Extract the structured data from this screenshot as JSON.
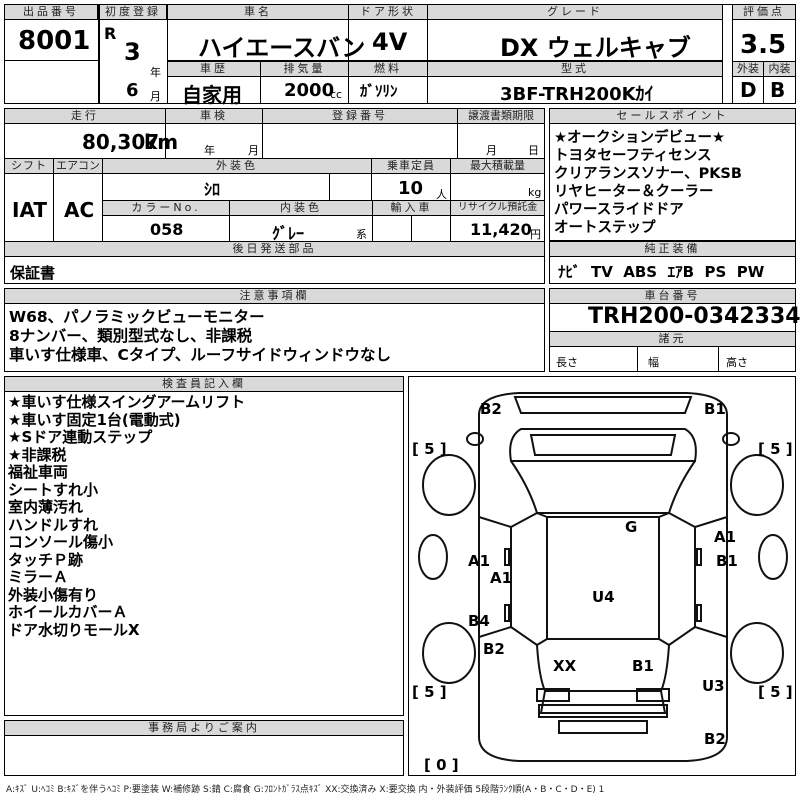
{
  "header": {
    "lot_no_label": "出品番号",
    "lot_no": "8001",
    "first_reg_label": "初度登録",
    "era": "R",
    "reg_year": "3",
    "year_unit": "年",
    "reg_month": "6",
    "month_unit": "月",
    "car_name_label": "車名",
    "car_name": "ハイエースバン",
    "door_label": "ドア形状",
    "door": "4V",
    "grade_label": "グレード",
    "grade": "DX ウェルキャブ",
    "score_label": "評価点",
    "score": "3.5",
    "history_label": "車歴",
    "history": "自家用",
    "displacement_label": "排気量",
    "displacement": "2000",
    "displacement_unit": "cc",
    "fuel_label": "燃料",
    "fuel": "ｶﾞｿﾘﾝ",
    "model_label": "型式",
    "model": "3BF-TRH200Kｶｲ",
    "exterior_label": "外装",
    "exterior": "D",
    "interior_label": "内装",
    "interior": "B"
  },
  "row2": {
    "mileage_label": "走行",
    "mileage": "80,307",
    "mileage_unit": "km",
    "inspection_label": "車検",
    "insp_year_unit": "年",
    "insp_month_unit": "月",
    "plate_label": "登録番号",
    "transfer_label": "譲渡書類期限",
    "transfer_month_unit": "月",
    "transfer_day_unit": "日",
    "shift_label": "シフト",
    "shift": "IAT",
    "ac_label": "エアコン",
    "ac": "AC",
    "color_label": "外装色",
    "color": "ｼﾛ",
    "capacity_label": "乗車定員",
    "capacity": "10",
    "capacity_unit": "人",
    "load_label": "最大積載量",
    "load_unit": "kg",
    "color_no_label": "カラーNo.",
    "color_no": "058",
    "int_color_label": "内装色",
    "int_color": "ｸﾞﾚｰ",
    "int_color_unit": "系",
    "import_label": "輸入車",
    "recycle_label": "リサイクル預託金",
    "recycle": "11,420",
    "recycle_unit": "円",
    "later_parts_label": "後日発送部品",
    "later_parts": "保証書"
  },
  "sales_points": {
    "label": "セールスポイント",
    "items": [
      "★オークションデビュー★",
      "トヨタセーフティセンス",
      "クリアランスソナー、PKSB",
      "リヤヒーター＆クーラー",
      "パワースライドドア",
      "オートステップ"
    ]
  },
  "equipment": {
    "label": "純正装備",
    "items": [
      "ﾅﾋﾞ",
      "TV",
      "ABS",
      "ｴｱB",
      "PS",
      "PW"
    ]
  },
  "notes": {
    "label": "注意事項欄",
    "lines": [
      "W68、パノラミックビューモニター",
      "8ナンバー、類別型式なし、非課税",
      "車いす仕様車、Cタイプ、ルーフサイドウィンドウなし"
    ]
  },
  "chassis": {
    "label": "車台番号",
    "number": "TRH200-0342334",
    "dims_label": "諸元",
    "length_label": "長さ",
    "width_label": "幅",
    "height_label": "高さ"
  },
  "inspector": {
    "label": "検査員記入欄",
    "lines": [
      "★車いす仕様スイングアームリフト",
      "★車いす固定1台(電動式)",
      "★Sドア連動ステップ",
      "★非課税",
      "福祉車両",
      "シートすれ小",
      "室内薄汚れ",
      "ハンドルすれ",
      "コンソール傷小",
      "タッチＰ跡",
      "ミラーＡ",
      "外装小傷有り",
      "ホイールカバーＡ",
      "ドア水切りモールX"
    ]
  },
  "office": {
    "label": "事務局よりご案内"
  },
  "diagram": {
    "damage": {
      "b2_top": "B2",
      "b1_top": "B1",
      "g": "G",
      "a1_rf": "A1",
      "b1_rf": "B1",
      "a1_lf": "A1",
      "a1_ls": "A1",
      "u4": "U4",
      "b4": "B4",
      "b2_lr": "B2",
      "xx": "XX",
      "b1_rr": "B1",
      "u3": "U3",
      "b2_bottom": "B2"
    },
    "tires": {
      "fl": "5",
      "fr": "5",
      "rl": "5",
      "rr": "5",
      "spare": "0"
    }
  },
  "legend": "A:ｷｽﾞ U:ﾍｺﾐ B:ｷｽﾞを伴うﾍｺﾐ P:要塗装 W:補修跡 S:錆 C:腐食 G:ﾌﾛﾝﾄｶﾞﾗｽ点ｷｽﾞ XX:交換済み X:要交換 内・外装評価 5段階ﾗﾝｸ順(A・B・C・D・E) 1"
}
